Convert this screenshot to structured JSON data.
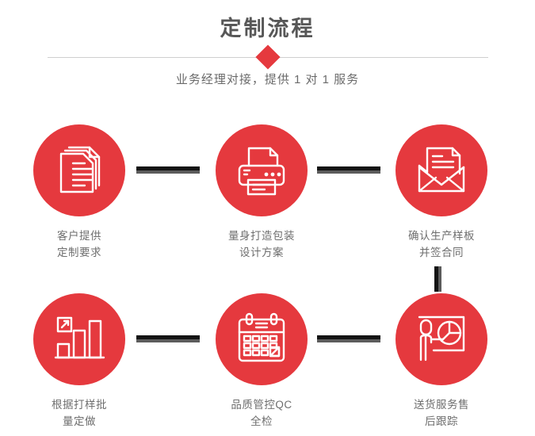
{
  "header": {
    "title": "定制流程",
    "subtitle": "业务经理对接，提供 1 对 1 服务",
    "divider_icon": "diamond-marker"
  },
  "theme": {
    "accent_red": "#e5393e",
    "title_gray": "#575757",
    "caption_gray": "#6e6e6e",
    "connector_dark": "#141414",
    "connector_light": "#5c5c5c",
    "background": "#ffffff"
  },
  "flow": {
    "steps": [
      {
        "index": 1,
        "icon": "documents-stack-icon",
        "line1": "客户提供",
        "line2": "定制要求"
      },
      {
        "index": 2,
        "icon": "printer-icon",
        "line1": "量身打造包装",
        "line2": "设计方案"
      },
      {
        "index": 3,
        "icon": "envelope-letter-icon",
        "line1": "确认生产样板",
        "line2": "并签合同"
      },
      {
        "index": 4,
        "icon": "bar-chart-growth-icon",
        "line1": "根据打样批",
        "line2": "量定做"
      },
      {
        "index": 5,
        "icon": "calendar-icon",
        "line1": "品质管控QC",
        "line2": "全检"
      },
      {
        "index": 6,
        "icon": "presenter-pie-chart-icon",
        "line1": "送货服务售",
        "line2": "后跟踪"
      }
    ],
    "connectors": [
      {
        "id": 1,
        "orientation": "horizontal",
        "from": 1,
        "to": 2
      },
      {
        "id": 2,
        "orientation": "horizontal",
        "from": 2,
        "to": 3
      },
      {
        "id": 3,
        "orientation": "vertical",
        "from": 3,
        "to": 6
      },
      {
        "id": 4,
        "orientation": "horizontal",
        "from": 4,
        "to": 5
      },
      {
        "id": 5,
        "orientation": "horizontal",
        "from": 5,
        "to": 6
      }
    ]
  }
}
